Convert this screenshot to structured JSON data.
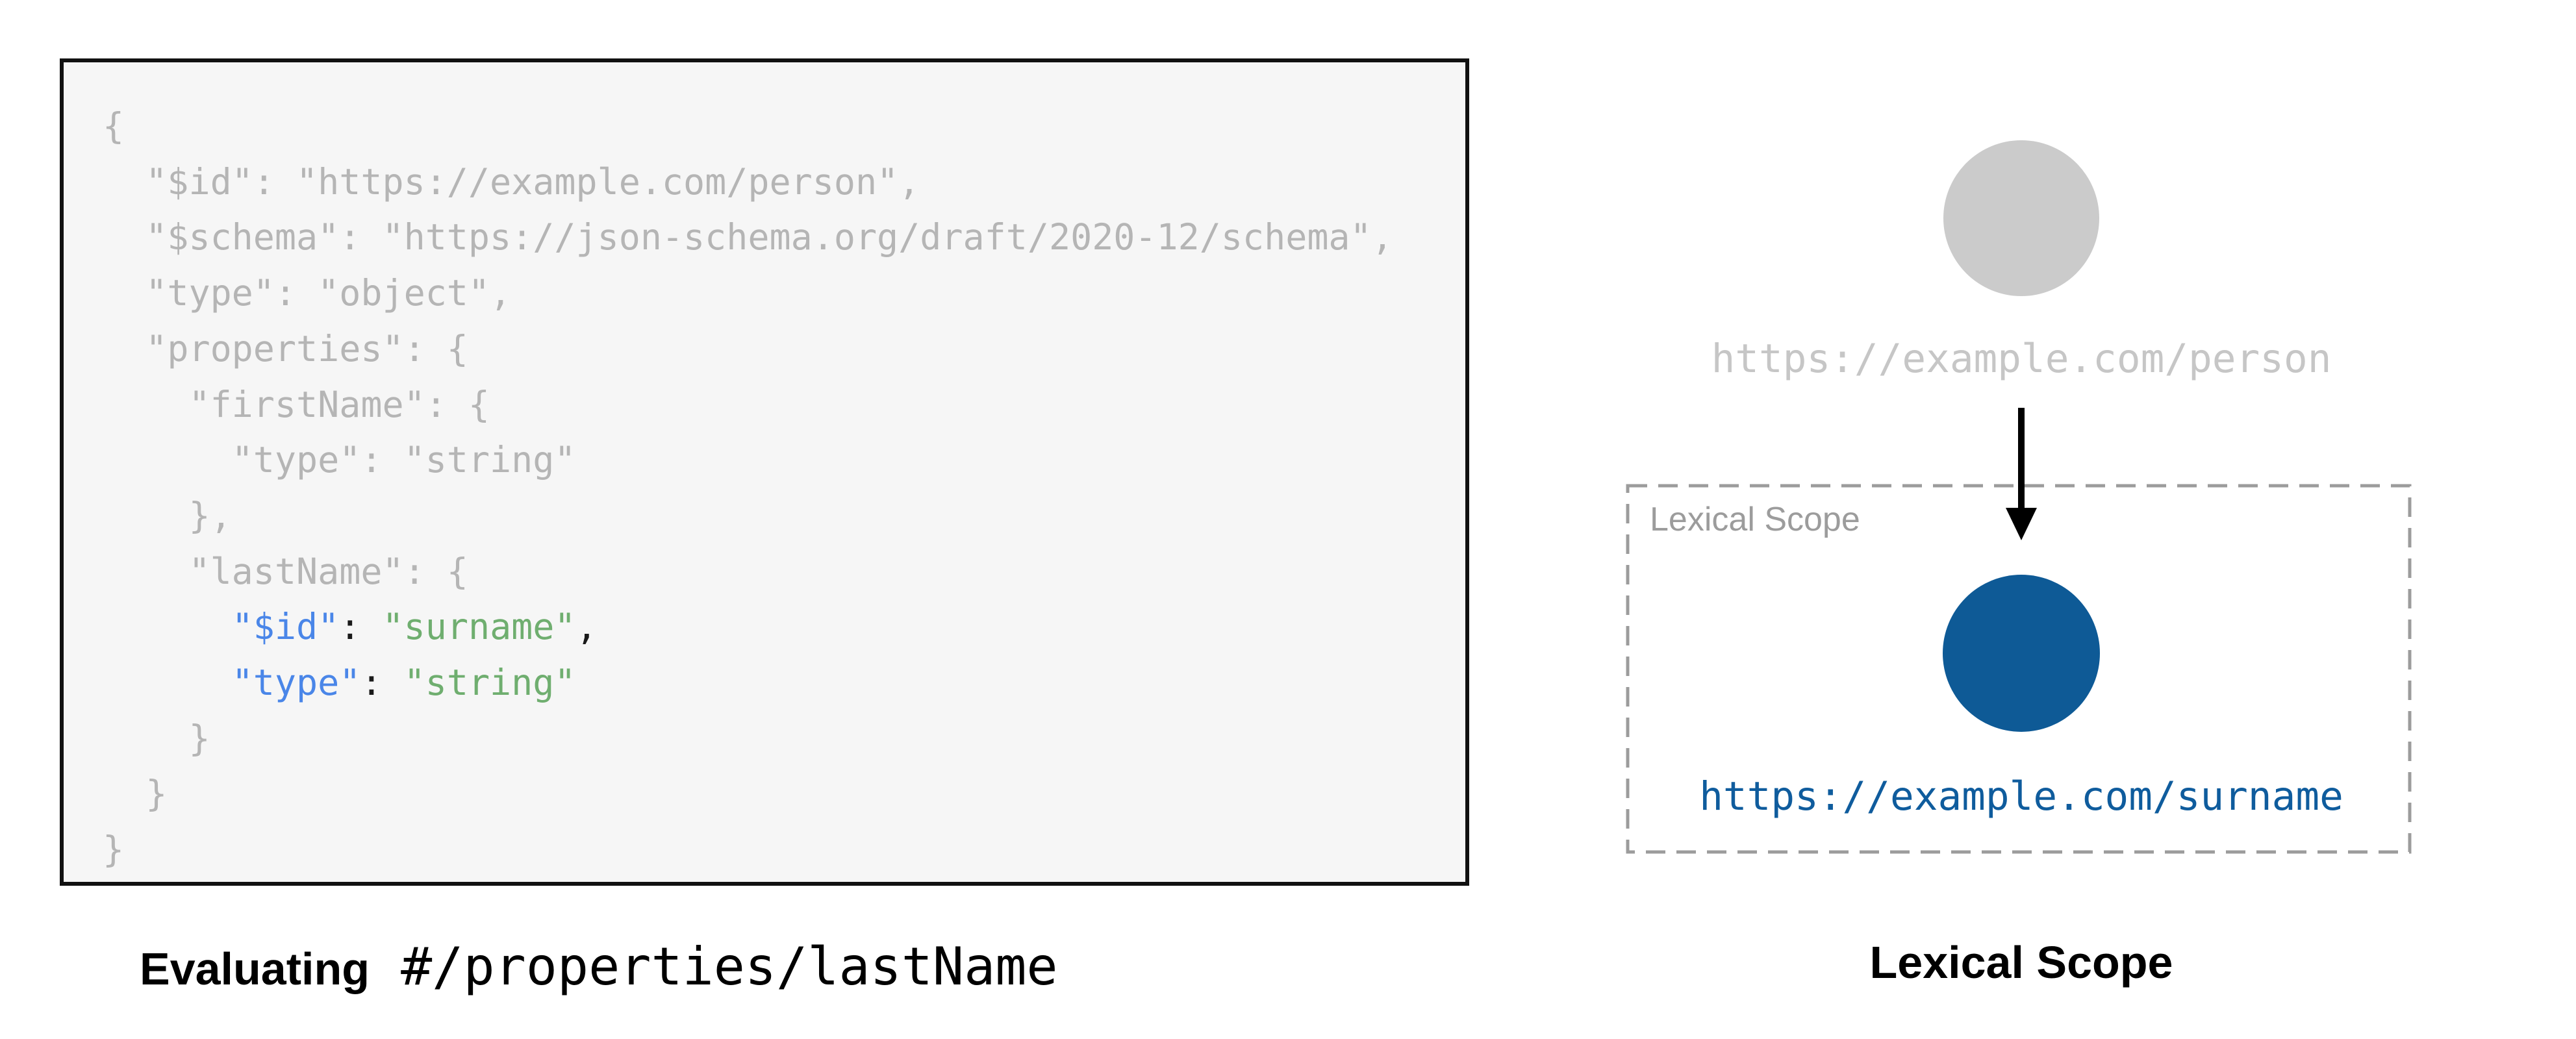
{
  "left_figure": {
    "code": {
      "lines": [
        [
          {
            "t": "{",
            "c": "dim"
          }
        ],
        [
          {
            "t": "  \"$id\": \"https://example.com/person\",",
            "c": "dim"
          }
        ],
        [
          {
            "t": "  \"$schema\": \"https://json-schema.org/draft/2020-12/schema\",",
            "c": "dim"
          }
        ],
        [
          {
            "t": "  \"type\": \"object\",",
            "c": "dim"
          }
        ],
        [
          {
            "t": "  \"properties\": {",
            "c": "dim"
          }
        ],
        [
          {
            "t": "    \"firstName\": {",
            "c": "dim"
          }
        ],
        [
          {
            "t": "      \"type\": \"string\"",
            "c": "dim"
          }
        ],
        [
          {
            "t": "    },",
            "c": "dim"
          }
        ],
        [
          {
            "t": "    \"lastName\": {",
            "c": "dim"
          }
        ],
        [
          {
            "t": "      ",
            "c": "dim"
          },
          {
            "t": "\"$id\"",
            "c": "key"
          },
          {
            "t": ": ",
            "c": "pun"
          },
          {
            "t": "\"surname\"",
            "c": "str"
          },
          {
            "t": ",",
            "c": "pun"
          }
        ],
        [
          {
            "t": "      ",
            "c": "dim"
          },
          {
            "t": "\"type\"",
            "c": "key"
          },
          {
            "t": ": ",
            "c": "pun"
          },
          {
            "t": "\"string\"",
            "c": "str"
          }
        ],
        [
          {
            "t": "    }",
            "c": "dim"
          }
        ],
        [
          {
            "t": "  }",
            "c": "dim"
          }
        ],
        [
          {
            "t": "}",
            "c": "dim"
          }
        ]
      ]
    },
    "caption": {
      "bold": "Evaluating",
      "mono": " #/properties/lastName"
    }
  },
  "right_figure": {
    "parent_node": {
      "uri": "https://example.com/person"
    },
    "scope_box": {
      "label": "Lexical Scope"
    },
    "child_node": {
      "uri": "https://example.com/surname"
    },
    "caption": "Lexical Scope"
  },
  "colors": {
    "code_bg": "#f6f6f6",
    "code_border": "#111111",
    "code_dim": "#b5b5b5",
    "code_key": "#4a86e8",
    "code_str": "#6fae6f",
    "code_pun": "#1a1a1a",
    "node_gray": "#cbcbcb",
    "uri_gray": "#c6c6c6",
    "scope_gray": "#9c9c9c",
    "node_blue": "#0e5a96",
    "uri_blue": "#0f5c9d",
    "arrow_black": "#000000"
  }
}
